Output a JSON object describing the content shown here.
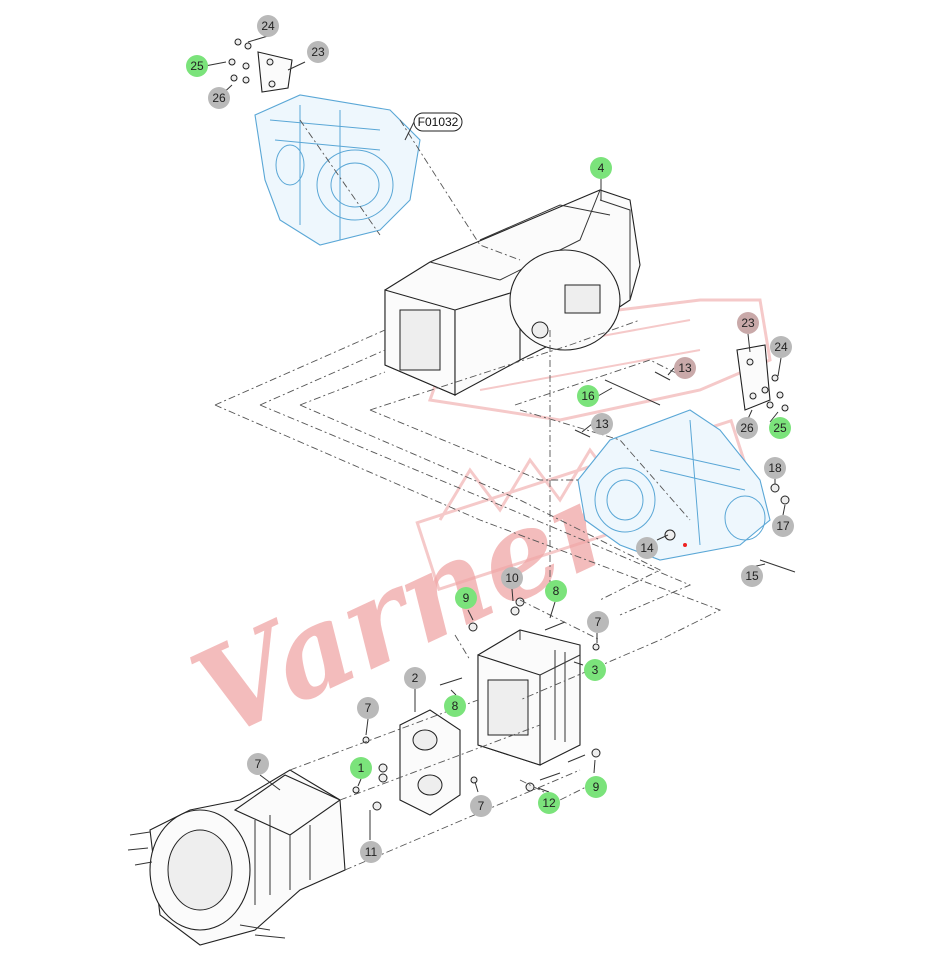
{
  "reference_label": "F01032",
  "watermark": "Varner",
  "colors": {
    "callout_green": "#7be37b",
    "callout_gray": "#b9b9b9",
    "callout_mauve": "#c9a9a9",
    "watermark": "#f0a6a6",
    "highlight_blue": "#5aa7d6"
  },
  "callouts": [
    {
      "label": "24",
      "style": "gray"
    },
    {
      "label": "23",
      "style": "gray"
    },
    {
      "label": "25",
      "style": "green"
    },
    {
      "label": "26",
      "style": "gray"
    },
    {
      "label": "4",
      "style": "green"
    },
    {
      "label": "23",
      "style": "mauve"
    },
    {
      "label": "24",
      "style": "gray"
    },
    {
      "label": "13",
      "style": "mauve"
    },
    {
      "label": "16",
      "style": "green"
    },
    {
      "label": "13",
      "style": "gray"
    },
    {
      "label": "26",
      "style": "gray"
    },
    {
      "label": "25",
      "style": "green"
    },
    {
      "label": "18",
      "style": "gray"
    },
    {
      "label": "17",
      "style": "gray"
    },
    {
      "label": "14",
      "style": "gray"
    },
    {
      "label": "15",
      "style": "gray"
    },
    {
      "label": "10",
      "style": "gray"
    },
    {
      "label": "9",
      "style": "green"
    },
    {
      "label": "8",
      "style": "green"
    },
    {
      "label": "7",
      "style": "gray"
    },
    {
      "label": "3",
      "style": "green"
    },
    {
      "label": "2",
      "style": "gray"
    },
    {
      "label": "8",
      "style": "green"
    },
    {
      "label": "7",
      "style": "gray"
    },
    {
      "label": "1",
      "style": "green"
    },
    {
      "label": "7",
      "style": "gray"
    },
    {
      "label": "7",
      "style": "gray"
    },
    {
      "label": "11",
      "style": "gray"
    },
    {
      "label": "12",
      "style": "green"
    },
    {
      "label": "9",
      "style": "green"
    }
  ]
}
